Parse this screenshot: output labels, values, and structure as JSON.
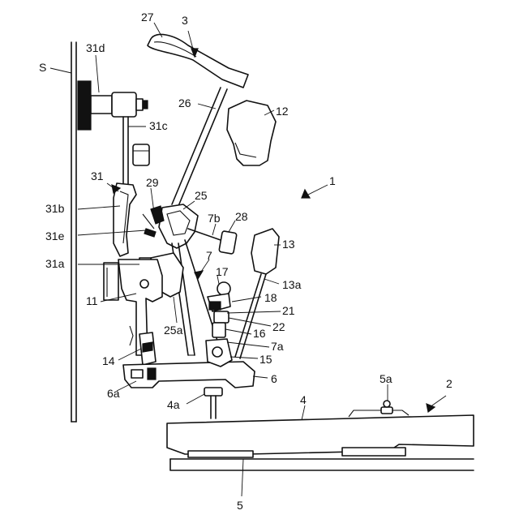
{
  "labels": {
    "S": "S",
    "l31d": "31d",
    "l27": "27",
    "l3": "3",
    "l26": "26",
    "l12": "12",
    "l31c": "31c",
    "l1": "1",
    "l31": "31",
    "l29": "29",
    "l25": "25",
    "l31b": "31b",
    "l7b": "7b",
    "l28": "28",
    "l31e": "31e",
    "l13": "13",
    "l7": "7",
    "l31a": "31a",
    "l17": "17",
    "l13a": "13a",
    "l11": "11",
    "l18": "18",
    "l21": "21",
    "l25a": "25a",
    "l22": "22",
    "l16": "16",
    "l7a": "7a",
    "l14": "14",
    "l15": "15",
    "l6": "6",
    "l6a": "6a",
    "l5a": "5a",
    "l2": "2",
    "l4a": "4a",
    "l4": "4",
    "l5": "5"
  }
}
